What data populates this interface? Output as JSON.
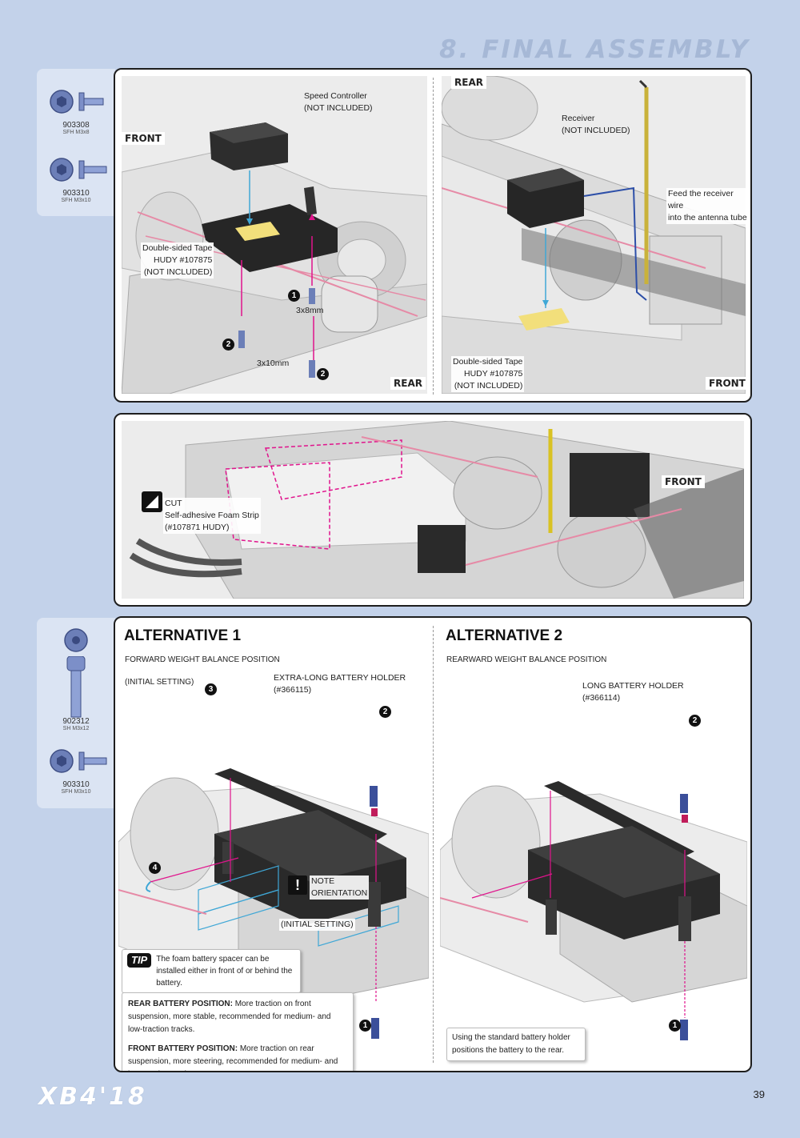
{
  "header": {
    "section_title": "8. FINAL ASSEMBLY"
  },
  "parts_top": [
    {
      "code": "903308",
      "desc": "SFH M3x8"
    },
    {
      "code": "903310",
      "desc": "SFH M3x10"
    }
  ],
  "parts_bottom": [
    {
      "code": "902312",
      "desc": "SH M3x12"
    },
    {
      "code": "903310",
      "desc": "SFH M3x10"
    }
  ],
  "panel1": {
    "left": {
      "front_tag": "FRONT",
      "rear_tag": "REAR",
      "speed_controller": "Speed Controller",
      "not_included": "(NOT INCLUDED)",
      "tape_line1": "Double-sided Tape",
      "tape_line2": "HUDY #107875",
      "tape_line3": "(NOT INCLUDED)",
      "screw_small": "3x8mm",
      "screw_large": "3x10mm",
      "n1": "1",
      "n2": "2"
    },
    "right": {
      "rear_tag": "REAR",
      "front_tag": "FRONT",
      "receiver": "Receiver",
      "not_included": "(NOT INCLUDED)",
      "feed_line1": "Feed the receiver wire",
      "feed_line2": "into the antenna tube",
      "tape_line1": "Double-sided Tape",
      "tape_line2": "HUDY #107875",
      "tape_line3": "(NOT INCLUDED)"
    }
  },
  "panel2": {
    "front_tag": "FRONT",
    "cut": "CUT",
    "foam_line1": "Self-adhesive Foam Strip",
    "foam_line2": "(#107871 HUDY)"
  },
  "panel3": {
    "alt1": {
      "title": "ALTERNATIVE 1",
      "subtitle": "FORWARD WEIGHT BALANCE POSITION",
      "initial": "(INITIAL SETTING)",
      "holder_line1": "EXTRA-LONG BATTERY HOLDER",
      "holder_line2": "(#366115)",
      "note_line1": "NOTE",
      "note_line2": "ORIENTATION",
      "initial2": "(INITIAL SETTING)",
      "tip_badge": "TIP",
      "tip_text": "The foam battery spacer can be installed either in front of or behind the battery.",
      "rear_heading": "REAR BATTERY POSITION:",
      "rear_text": "More traction on front suspension, more stable, recommended for medium- and low-traction tracks.",
      "front_heading": "FRONT BATTERY POSITION:",
      "front_text": "More traction on rear suspension, more steering, recommended for medium- and low-traction tracks.",
      "n1": "1",
      "n2": "2",
      "n3": "3",
      "n4": "4"
    },
    "alt2": {
      "title": "ALTERNATIVE 2",
      "subtitle": "REARWARD WEIGHT BALANCE POSITION",
      "holder_line1": "LONG BATTERY HOLDER",
      "holder_line2": "(#366114)",
      "info_text": "Using the standard battery holder positions the battery to the rear.",
      "n1": "1",
      "n2": "2"
    }
  },
  "footer": {
    "model": "XB4'18",
    "page": "39"
  }
}
